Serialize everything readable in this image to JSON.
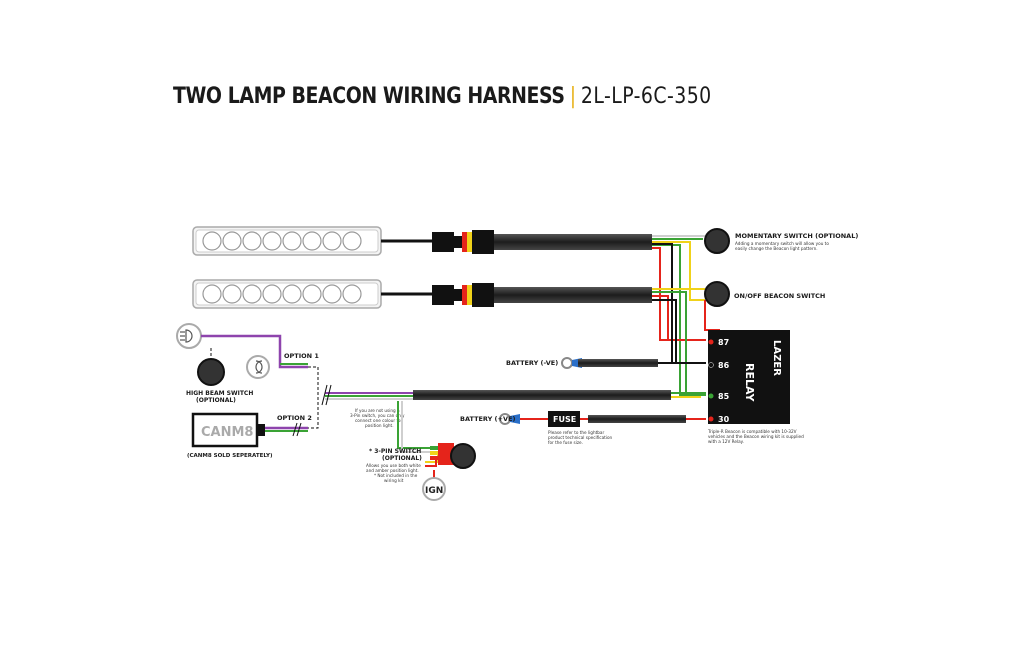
{
  "title": {
    "main": "TWO LAMP BEACON WIRING HARNESS",
    "separator": "|",
    "code": "2L-LP-6C-350"
  },
  "labels": {
    "momentary_switch": "MOMENTARY SWITCH (OPTIONAL)",
    "momentary_note_1": "Adding a momentary switch will allow you to",
    "momentary_note_2": "easily change the Beacon light pattern.",
    "onoff_switch": "ON/OFF BEACON SWITCH",
    "battery_neg": "BATTERY (-VE)",
    "battery_pos": "BATTERY (+VE)",
    "fuse": "FUSE",
    "fuse_note_1": "Please refer to the lightbar",
    "fuse_note_2": "product technical specification",
    "fuse_note_3": "for the fuse size.",
    "option1": "OPTION 1",
    "option2": "OPTION 2",
    "high_beam_switch_1": "HIGH BEAM SWITCH",
    "high_beam_switch_2": "(OPTIONAL)",
    "canm8": "CANM8",
    "canm8_note": "(CANM8 SOLD SEPERATELY)",
    "three_pin_note_1": "If you are not using a",
    "three_pin_note_2": "3-Pin switch, you can only",
    "three_pin_note_3": "connect one colour for",
    "three_pin_note_4": "position light.",
    "three_pin_switch_1": "* 3-PIN SWITCH",
    "three_pin_switch_2": "(OPTIONAL)",
    "three_pin_desc_1": "Allows you use both white",
    "three_pin_desc_2": "and amber position light.",
    "three_pin_desc_3": "* Not included in the",
    "three_pin_desc_4": "wiring kit",
    "ign": "IGN",
    "relay": "RELAY",
    "relay_brand": "LAZER",
    "relay_note_1": "Triple-R Beacon is compatible with 10-32V",
    "relay_note_2": "vehicles and the Beacon wiring kit is supplied",
    "relay_note_3": "with a 12V Relay.",
    "pin87": "87",
    "pin86": "86",
    "pin85": "85",
    "pin30": "30"
  },
  "colors": {
    "accent": "#e8b21a",
    "red": "#e5241b",
    "green": "#3aa335",
    "yellow": "#f0d21a",
    "purple": "#8e44ad",
    "blue": "#2a6fc9",
    "white_wire": "#cfcfcf",
    "black": "#111111"
  }
}
